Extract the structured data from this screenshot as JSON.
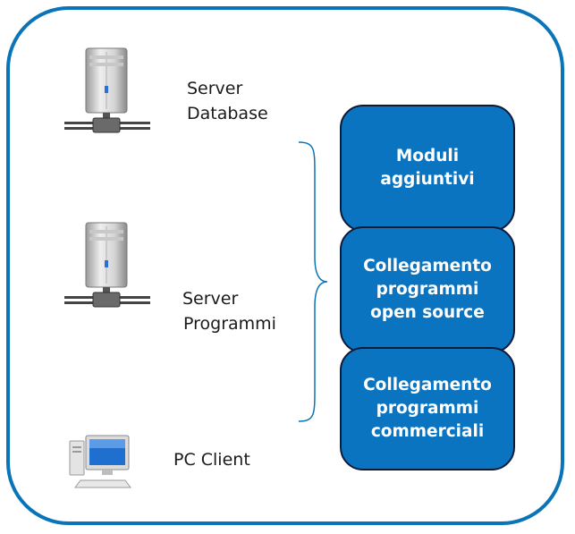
{
  "colors": {
    "frame": "#0a74b8",
    "module_fill": "#0a74c0",
    "module_border": "#0b1b3a",
    "module_text": "#ffffff"
  },
  "icons": {
    "server_database": "server-tower-icon",
    "server_programs": "server-tower-icon",
    "pc_client": "desktop-computer-icon"
  },
  "labels": {
    "server_database": [
      "Server",
      "Database"
    ],
    "server_programs": [
      "Server",
      "Programmi"
    ],
    "pc_client": "PC Client"
  },
  "modules": [
    {
      "lines": [
        "Moduli",
        "aggiuntivi"
      ]
    },
    {
      "lines": [
        "Collegamento",
        "programmi",
        "open source"
      ]
    },
    {
      "lines": [
        "Collegamento",
        "programmi",
        "commerciali"
      ]
    }
  ]
}
